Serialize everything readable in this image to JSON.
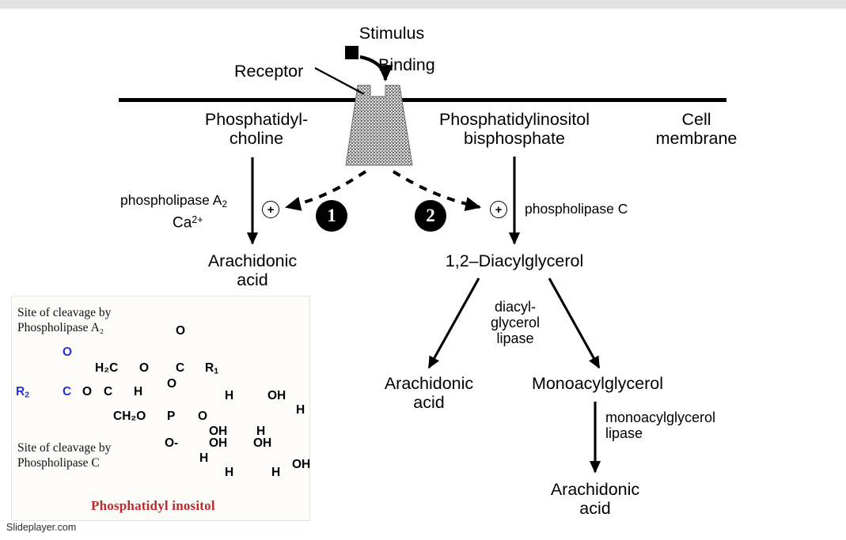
{
  "watermark": "Slideplayer.com",
  "membrane": {
    "stimulus_label": "Stimulus",
    "binding_label": "Binding",
    "receptor_label": "Receptor",
    "cell_membrane_label": "Cell\nmembrane"
  },
  "pathway": {
    "substrate_left": "Phosphatidyl-\ncholine",
    "substrate_right": "Phosphatidylinositol\nbisphosphate",
    "enzyme_left": "phospholipase A",
    "enzyme_left_sub": "2",
    "cofactor_left": "Ca",
    "cofactor_left_sup": "2+",
    "enzyme_right": "phospholipase C",
    "plus_symbol": "+",
    "step_one": "1",
    "step_two": "2",
    "product_left": "Arachidonic\nacid",
    "product_right": "1,2–Diacylglycerol",
    "dag_enzyme": "diacyl-\nglycerol\nlipase",
    "dag_product_left": "Arachidonic\nacid",
    "dag_product_right": "Monoacylglycerol",
    "mag_enzyme": "monoacylglycerol\nlipase",
    "mag_product": "Arachidonic\nacid"
  },
  "inset": {
    "cleavage_a2": "Site of cleavage by\nPhospholipase A₂",
    "cleavage_c": "Site of cleavage by\nPhospholipase C",
    "title": "Phosphatidyl inositol",
    "arrow_color_red": "#e02b20",
    "atom_blue": "#2433cf",
    "atoms": {
      "r1": "R",
      "r1_sub": "1",
      "r2": "R",
      "r2_sub": "2",
      "o_top": "O",
      "o_mid": "O",
      "o_left_dbl": "O",
      "o_ester_top": "O",
      "o_ester_left": "O",
      "c_top": "C",
      "c_left": "C",
      "c_center": "C",
      "h_center": "H",
      "h2c": "H₂C",
      "ch2o": "CH₂O",
      "p": "P",
      "o_phos_right": "O",
      "o_minus": "O-",
      "ring_h_left_down": "H",
      "ring_h_top_left": "H",
      "ring_oh_top_mid": "OH",
      "ring_oh_left_1": "OH",
      "ring_oh_left_2": "OH",
      "ring_h_mid": "H",
      "ring_oh_mid": "OH",
      "ring_h_right_top": "H",
      "ring_oh_right": "OH",
      "ring_h_bottom_1": "H",
      "ring_h_bottom_2": "H"
    }
  }
}
